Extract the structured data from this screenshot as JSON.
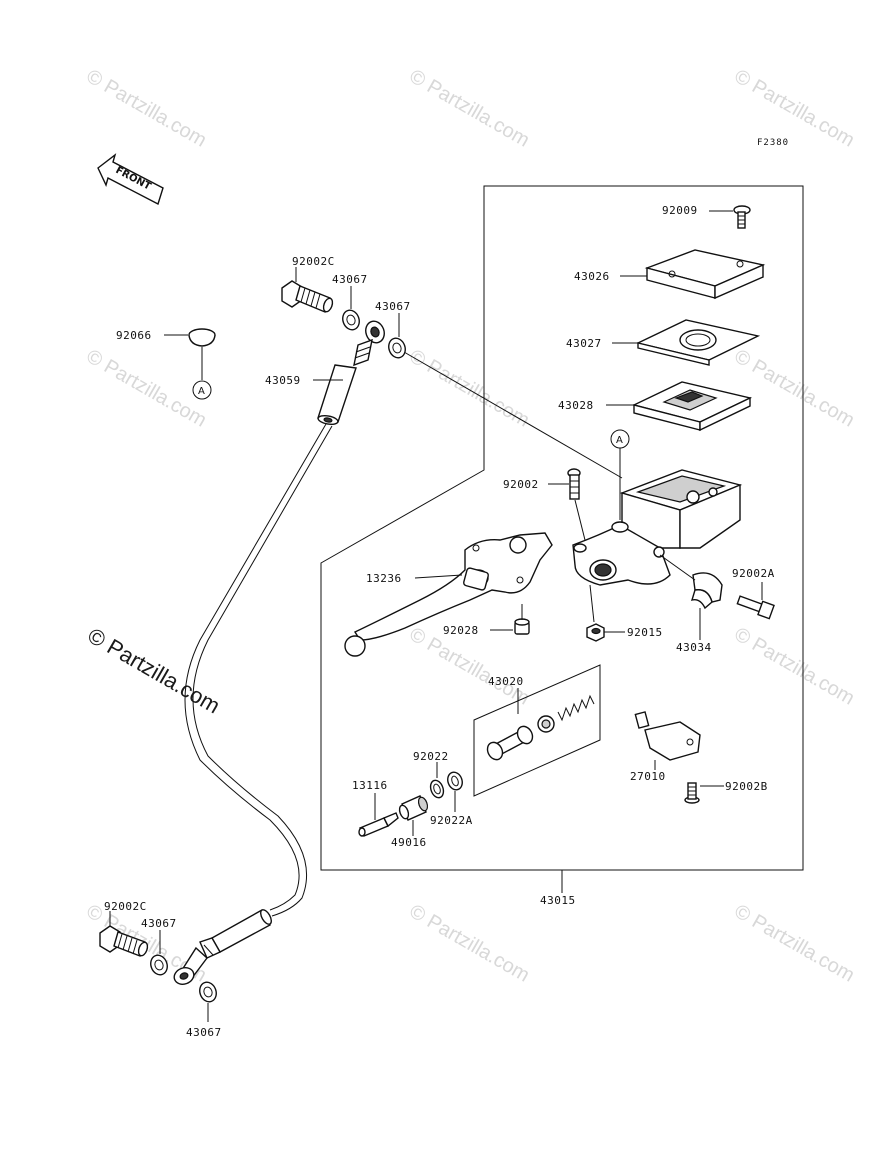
{
  "diagram_code": "F2380",
  "front_label": "FRONT",
  "watermark": "© Partzilla.com",
  "watermark_main": "© Partzilla.com",
  "ref_marker": "A",
  "parts": {
    "p92009": "92009",
    "p43026": "43026",
    "p43027": "43027",
    "p43028": "43028",
    "p92002": "92002",
    "p92002A": "92002A",
    "p43034": "43034",
    "p92015": "92015",
    "p13236": "13236",
    "p92028": "92028",
    "p43020": "43020",
    "p27010": "27010",
    "p92002B": "92002B",
    "p92022": "92022",
    "p13116": "13116",
    "p92022A": "92022A",
    "p49016": "49016",
    "p43015": "43015",
    "p92066": "92066",
    "p92002C_top": "92002C",
    "p43067_top1": "43067",
    "p43067_top2": "43067",
    "p43059": "43059",
    "p92002C_bot": "92002C",
    "p43067_bot1": "43067",
    "p43067_bot2": "43067"
  }
}
